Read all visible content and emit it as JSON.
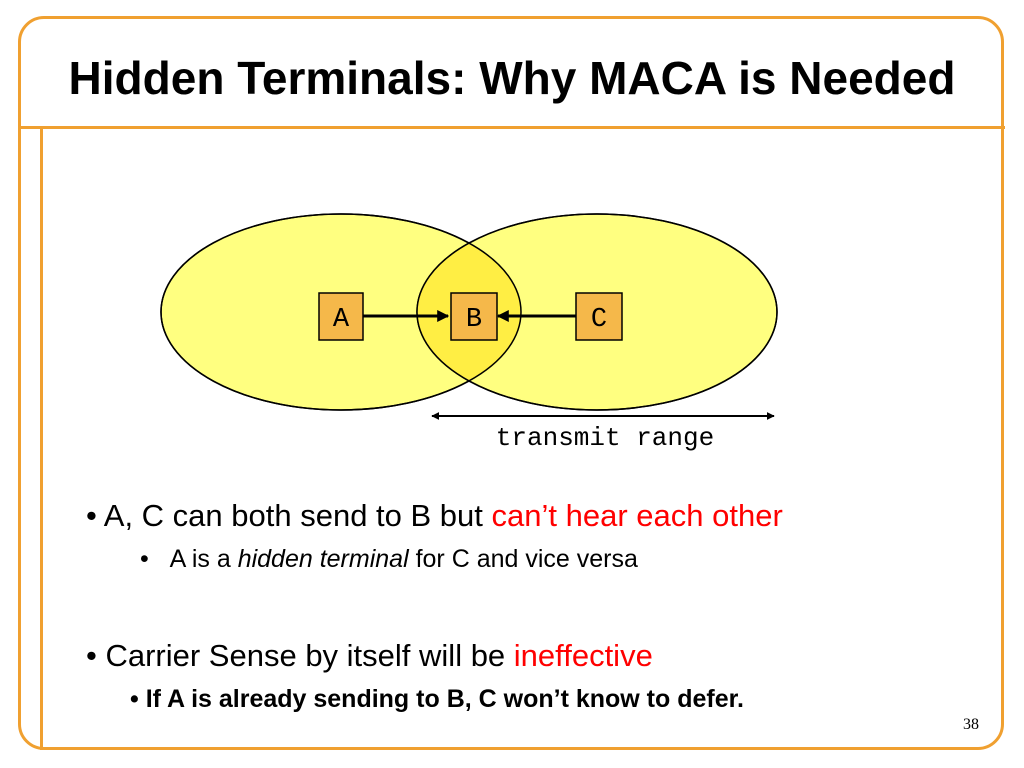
{
  "title": "Hidden Terminals: Why MACA is Needed",
  "diagram": {
    "nodes": [
      {
        "id": "a",
        "label": "A"
      },
      {
        "id": "b",
        "label": "B"
      },
      {
        "id": "c",
        "label": "C"
      }
    ],
    "range_label": "transmit range",
    "colors": {
      "range_fill": "#ffff80",
      "overlap_fill": "#ffee44",
      "node_fill": "#f5b84a",
      "frame": "#f0a030"
    }
  },
  "bullets": {
    "item1": {
      "lead": "A, C can both send to B but ",
      "highlight": "can’t hear each other"
    },
    "item1_sub": {
      "lead": "A is a ",
      "emph": "hidden terminal",
      "tail": " for C and vice versa"
    },
    "item2": {
      "lead": "Carrier Sense by itself will be ",
      "highlight": "ineffective"
    },
    "item2_sub": {
      "text": "If A is already sending to B, C won’t know to defer."
    }
  },
  "page_number": "38"
}
